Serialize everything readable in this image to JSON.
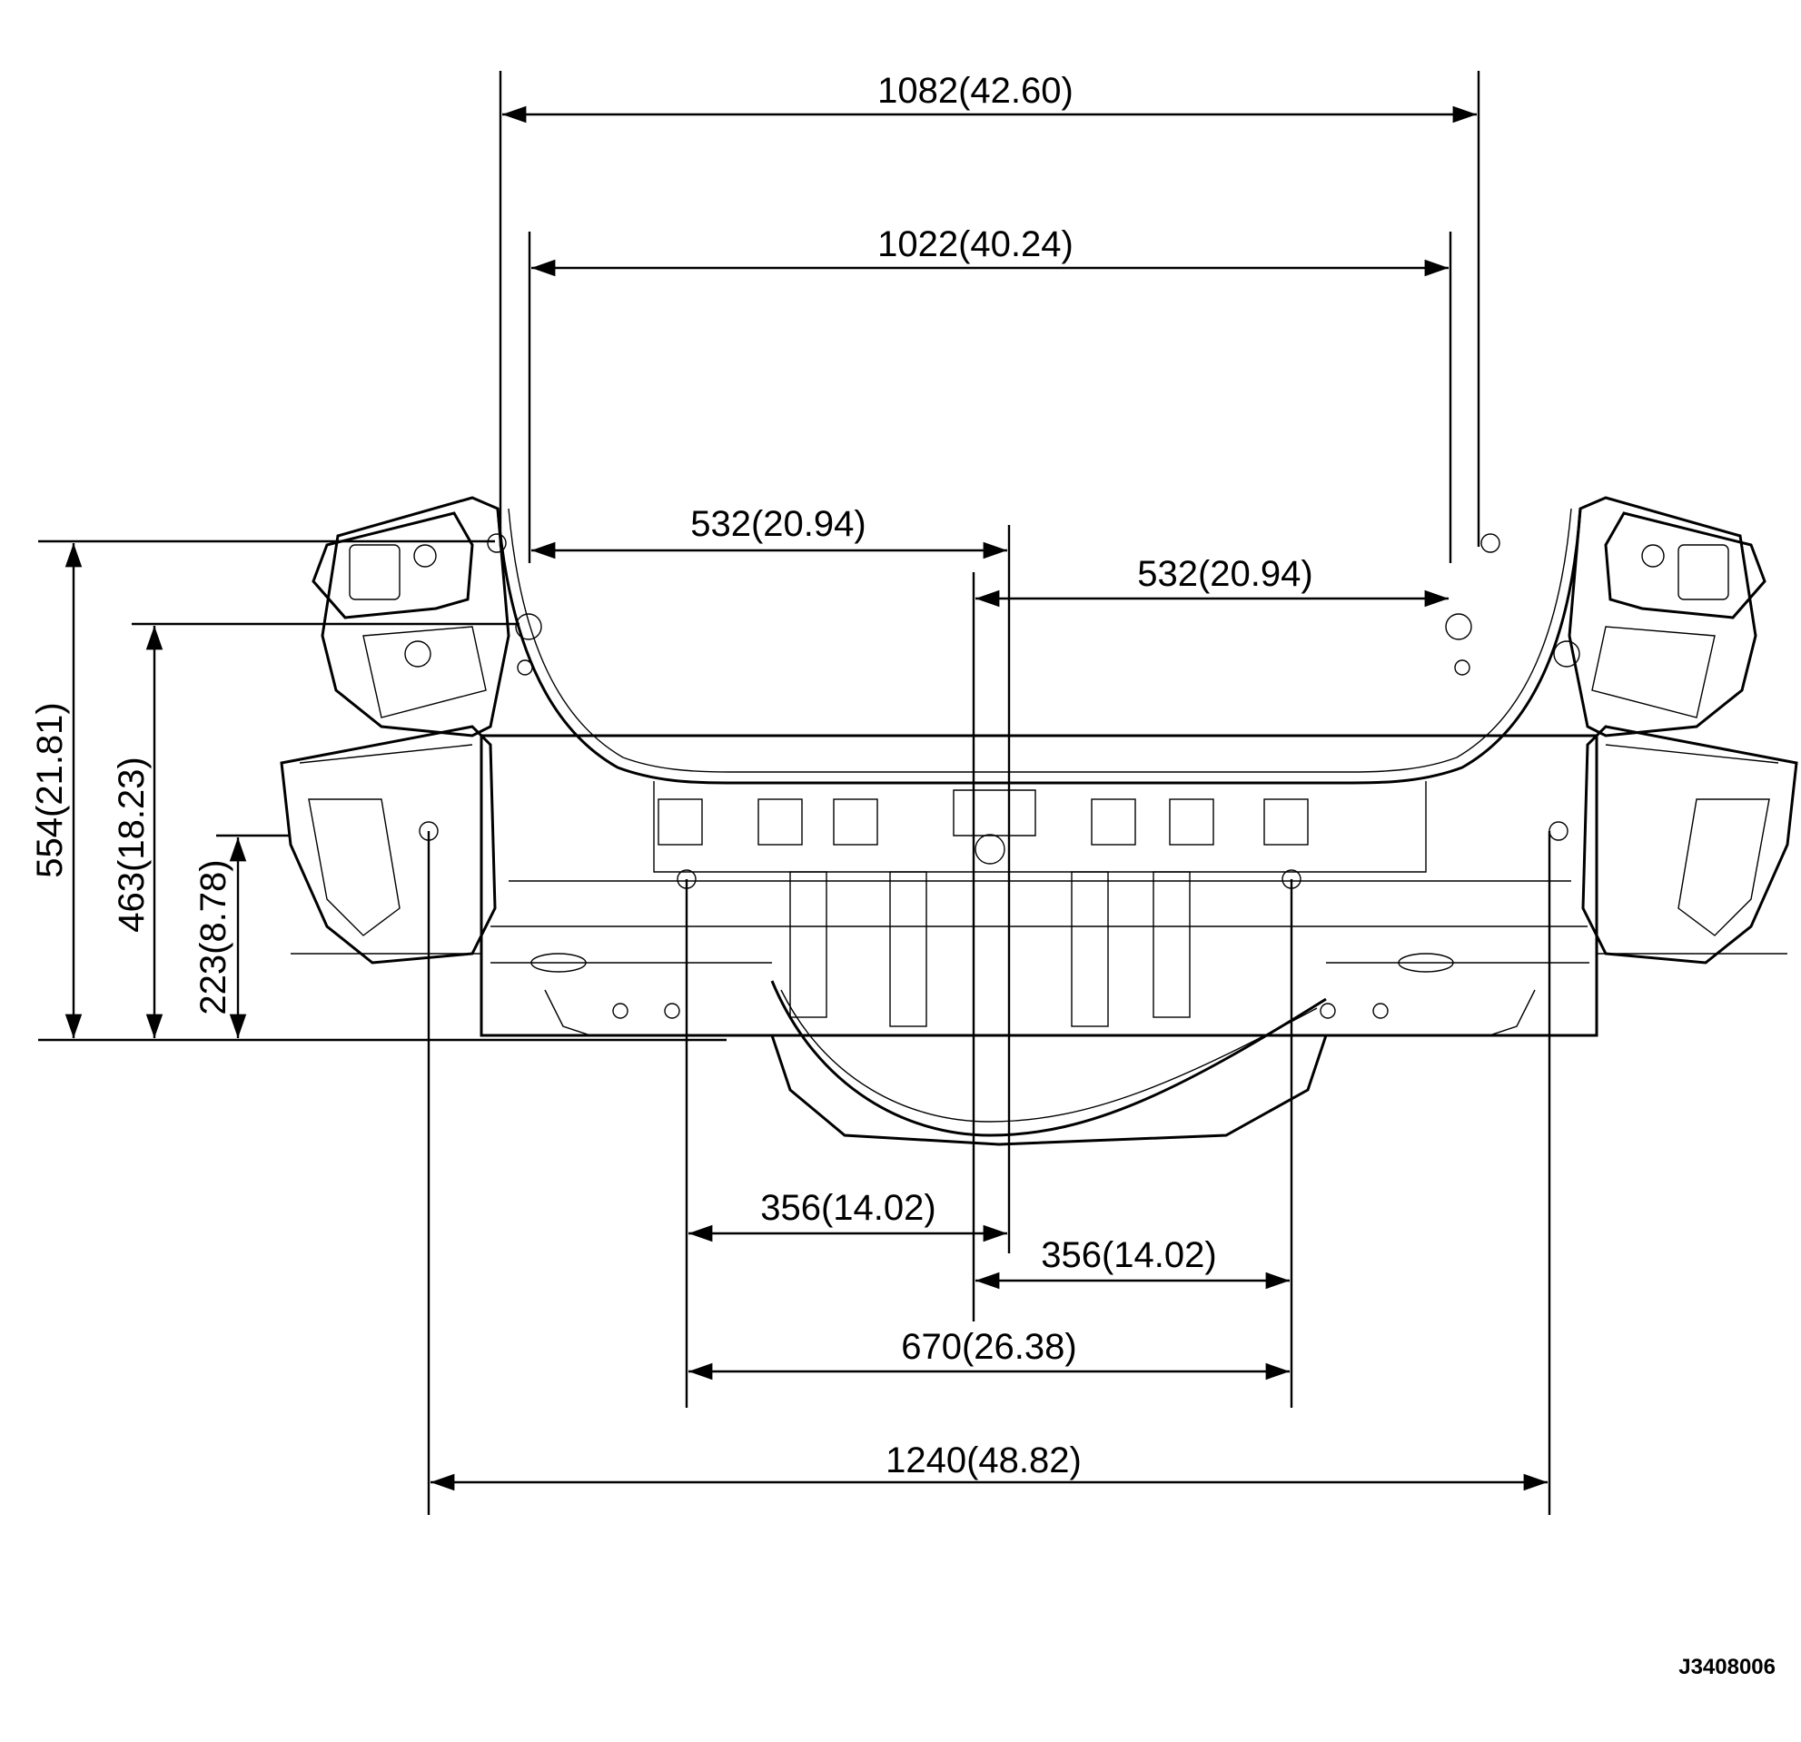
{
  "diagram": {
    "dimensions": {
      "top_outer_width": "1082(42.60)",
      "top_inner_width": "1022(40.24)",
      "left_half_width": "532(20.94)",
      "right_half_width": "532(20.94)",
      "height_554": "554(21.81)",
      "height_463": "463(18.23)",
      "height_223": "223(8.78)",
      "left_lower_half": "356(14.02)",
      "right_lower_half": "356(14.02)",
      "lower_span_670": "670(26.38)",
      "overall_width_1240": "1240(48.82)"
    },
    "figure_code": "J3408006"
  }
}
